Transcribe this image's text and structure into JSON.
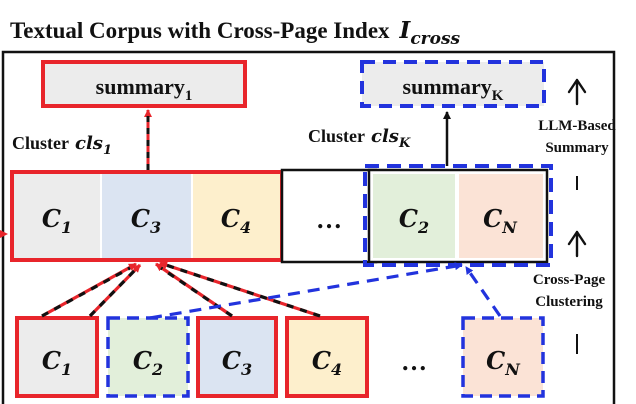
{
  "title": "Textual Corpus with Cross-Page Index",
  "title_math": {
    "base": "I",
    "sub": "cross"
  },
  "summaries": [
    {
      "base": "summary",
      "sub": "1"
    },
    {
      "base": "summary",
      "sub": "K"
    }
  ],
  "cluster_labels": [
    {
      "prefix": "Cluster",
      "base": "cls",
      "sub": "1"
    },
    {
      "prefix": "Cluster",
      "base": "cls",
      "sub": "K"
    }
  ],
  "side_labels": {
    "summary": [
      "LLM-Based",
      "Summary"
    ],
    "clustering": [
      "Cross-Page",
      "Clustering"
    ]
  },
  "clustered_chunks": [
    {
      "base": "C",
      "sub": "1"
    },
    {
      "base": "C",
      "sub": "3"
    },
    {
      "base": "C",
      "sub": "4"
    },
    {
      "ellipsis": "…"
    },
    {
      "base": "C",
      "sub": "2"
    },
    {
      "base": "C",
      "sub": "N"
    }
  ],
  "page_chunks": [
    {
      "base": "C",
      "sub": "1"
    },
    {
      "base": "C",
      "sub": "2"
    },
    {
      "base": "C",
      "sub": "3"
    },
    {
      "base": "C",
      "sub": "4"
    },
    {
      "ellipsis": "…"
    },
    {
      "base": "C",
      "sub": "N"
    }
  ],
  "colors": {
    "cluster_1": "#e8252b",
    "cluster_k": "#2233dd",
    "arrow_dark": "#111111",
    "chunk_gray": "#ececec",
    "chunk_blue": "#dbe4f2",
    "chunk_yellow": "#fdefcc",
    "chunk_green": "#e2efda",
    "chunk_peach": "#fbe3d6",
    "summary_fill": "#ececec"
  },
  "icons": {
    "up_arrows": "arrow-up-icon"
  }
}
